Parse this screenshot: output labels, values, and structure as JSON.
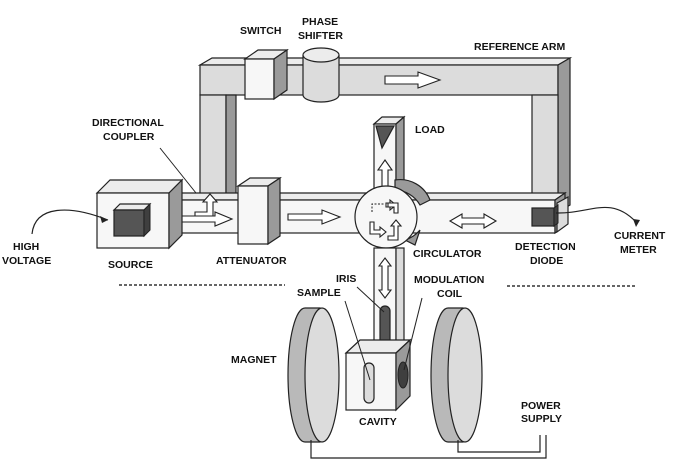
{
  "title": "EPR Spectrometer Block Diagram",
  "labels": {
    "switch": "SWITCH",
    "phase_shifter_1": "PHASE",
    "phase_shifter_2": "SHIFTER",
    "reference_arm": "REFERENCE ARM",
    "directional_coupler_1": "DIRECTIONAL",
    "directional_coupler_2": "COUPLER",
    "load": "LOAD",
    "high_voltage_1": "HIGH",
    "high_voltage_2": "VOLTAGE",
    "source": "SOURCE",
    "attenuator": "ATTENUATOR",
    "circulator": "CIRCULATOR",
    "detection_diode_1": "DETECTION",
    "detection_diode_2": "DIODE",
    "current_meter_1": "CURRENT",
    "current_meter_2": "METER",
    "iris": "IRIS",
    "sample": "SAMPLE",
    "modulation_coil_1": "MODULATION",
    "modulation_coil_2": "COIL",
    "magnet": "MAGNET",
    "cavity": "CAVITY",
    "power_supply_1": "POWER",
    "power_supply_2": "SUPPLY"
  },
  "colors": {
    "waveguide": "#dcdcdc",
    "component_dark": "#555555",
    "background": "#ffffff"
  }
}
